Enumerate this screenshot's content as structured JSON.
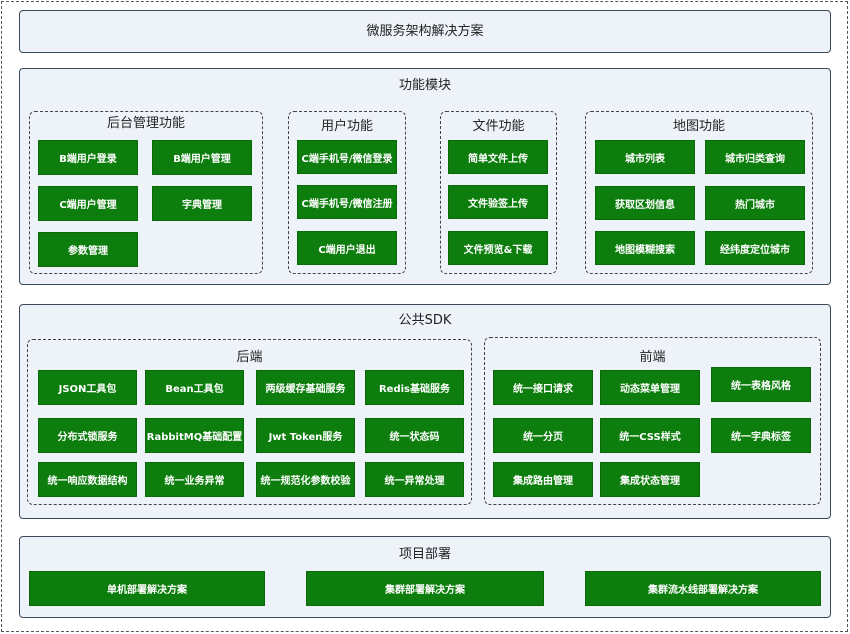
{
  "colors": {
    "module_fill": "#0d7e0d",
    "module_text": "#ffffff",
    "panel_fill": "#eef2f9",
    "panel_border": "#3a4a5a"
  },
  "top": {
    "title": "微服务架构解决方案"
  },
  "function_modules": {
    "title": "功能模块",
    "groups": [
      {
        "title": "后台管理功能",
        "items": [
          "B端用户登录",
          "B端用户管理",
          "C端用户管理",
          "字典管理",
          "参数管理"
        ]
      },
      {
        "title": "用户功能",
        "items": [
          "C端手机号/微信登录",
          "C端手机号/微信注册",
          "C端用户退出"
        ]
      },
      {
        "title": "文件功能",
        "items": [
          "简单文件上传",
          "文件验签上传",
          "文件预览&下载"
        ]
      },
      {
        "title": "地图功能",
        "items": [
          "城市列表",
          "城市归类查询",
          "获取区划信息",
          "热门城市",
          "地图模糊搜索",
          "经纬度定位城市"
        ]
      }
    ]
  },
  "public_sdk": {
    "title": "公共SDK",
    "backend": {
      "title": "后端",
      "items": [
        "JSON工具包",
        "Bean工具包",
        "两级缓存基础服务",
        "Redis基础服务",
        "分布式锁服务",
        "RabbitMQ基础配置",
        "Jwt Token服务",
        "统一状态码",
        "统一响应数据结构",
        "统一业务异常",
        "统一规范化参数校验",
        "统一异常处理"
      ]
    },
    "frontend": {
      "title": "前端",
      "items": [
        "统一接口请求",
        "动态菜单管理",
        "统一表格风格",
        "统一分页",
        "统一CSS样式",
        "统一字典标签",
        "集成路由管理",
        "集成状态管理"
      ]
    }
  },
  "deployment": {
    "title": "项目部署",
    "items": [
      "单机部署解决方案",
      "集群部署解决方案",
      "集群流水线部署解决方案"
    ]
  }
}
